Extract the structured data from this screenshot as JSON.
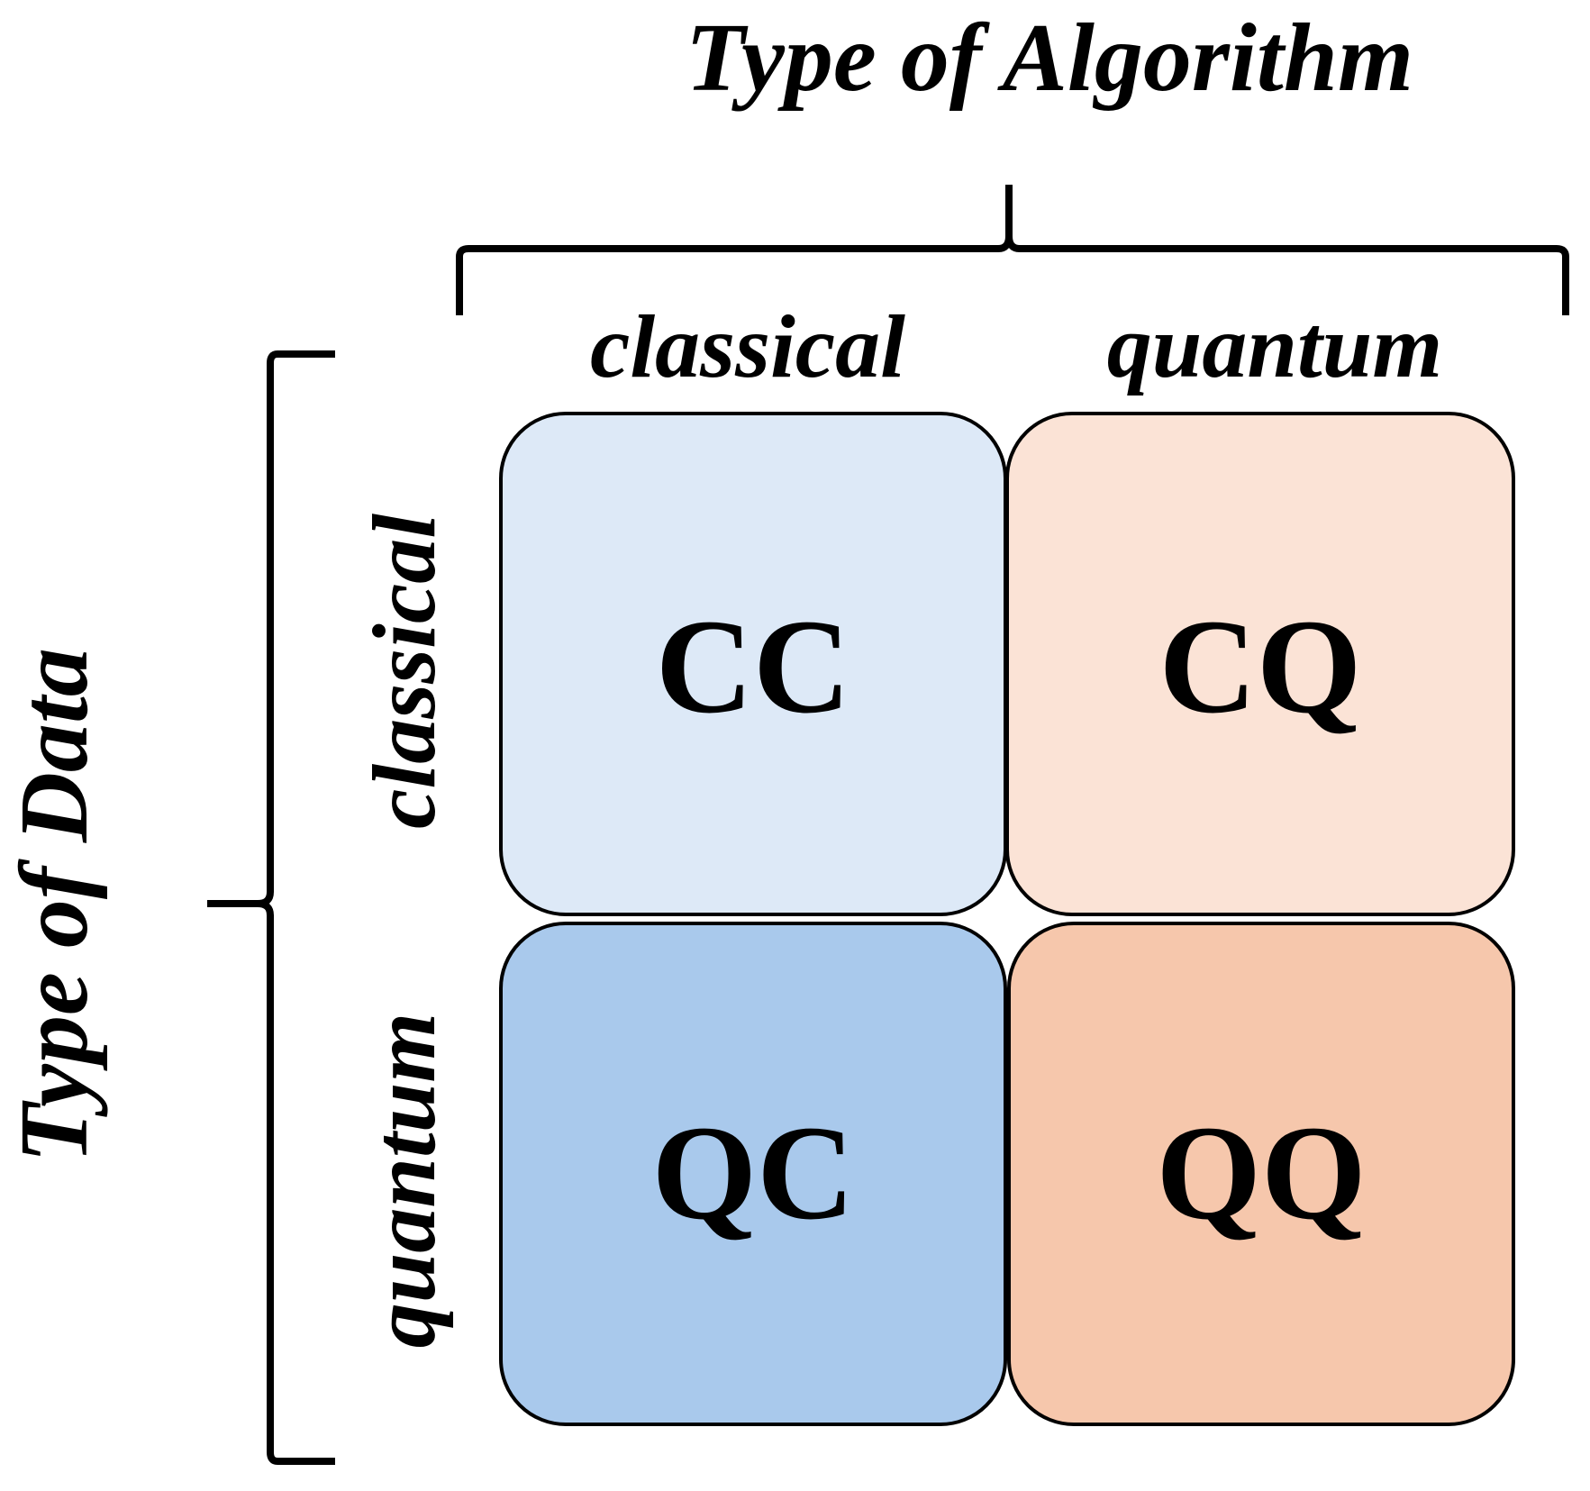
{
  "algorithm_axis": {
    "title": "Type of Algorithm",
    "columns": [
      "classical",
      "quantum"
    ]
  },
  "data_axis": {
    "title": "Type of Data",
    "rows": [
      "classical",
      "quantum"
    ]
  },
  "cells": {
    "cc": {
      "label": "CC",
      "color": "#dde9f7"
    },
    "cq": {
      "label": "CQ",
      "color": "#fbe3d6"
    },
    "qc": {
      "label": "QC",
      "color": "#a9c9ec"
    },
    "qq": {
      "label": "QQ",
      "color": "#f6c7ac"
    }
  }
}
